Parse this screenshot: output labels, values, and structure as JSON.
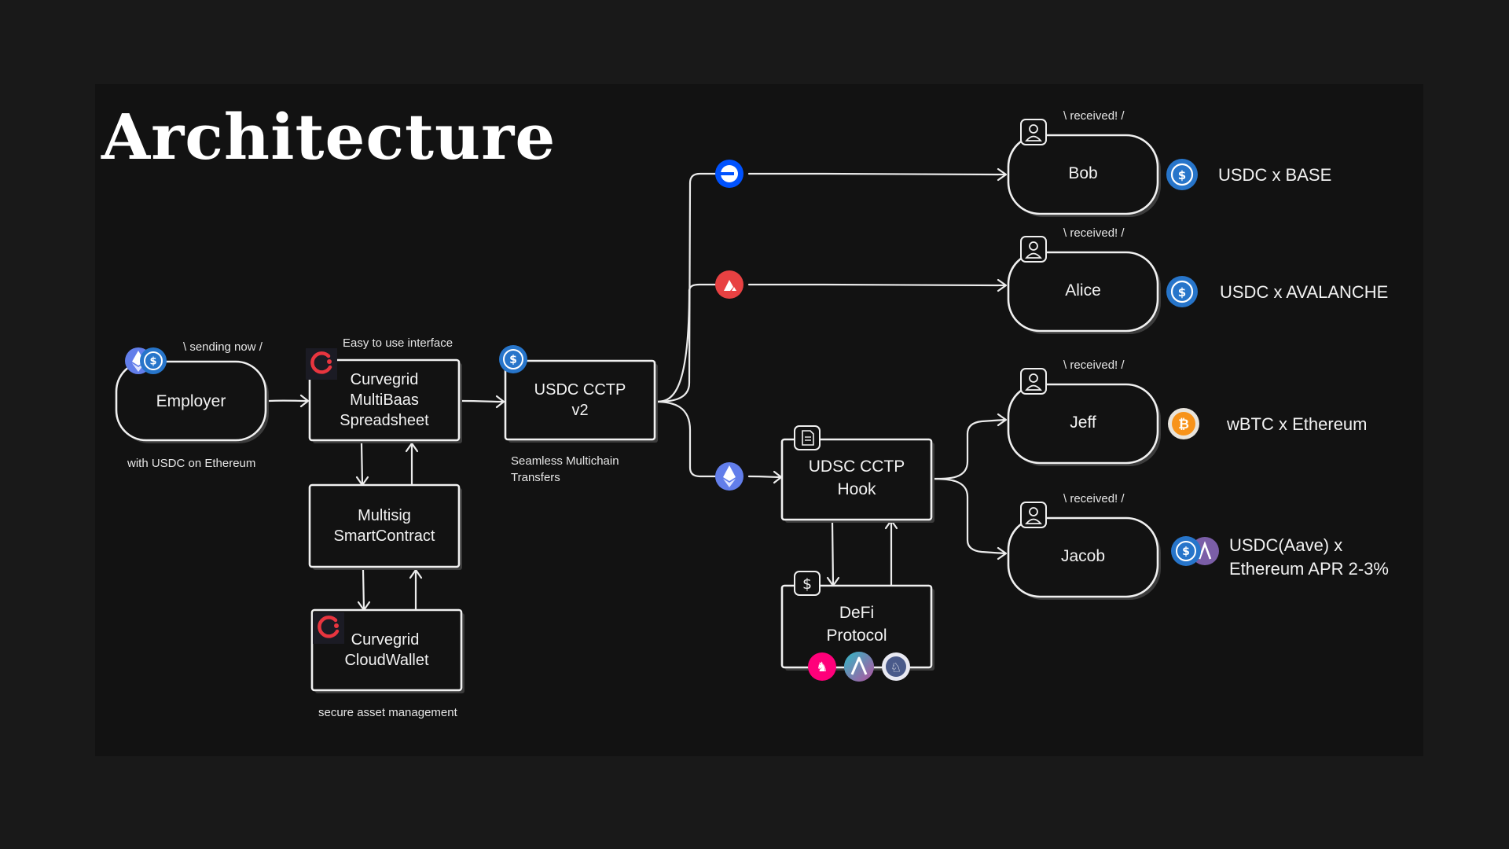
{
  "title": "Architecture",
  "colors": {
    "background": "#121212",
    "usdc_blue": "#2775ca",
    "ethereum_purple": "#627eea",
    "avalanche_red": "#e84142",
    "base_blue": "#0052ff",
    "curvegrid_red": "#e8353f",
    "bitcoin_orange": "#f7931a",
    "aave_purple": "#7b5ea7",
    "uniswap_pink": "#ff007a"
  },
  "icons": {
    "employer": [
      "ethereum-icon",
      "usdc-icon"
    ],
    "spreadsheet": "curvegrid-logo-icon",
    "cloud_wallet": "curvegrid-logo-icon",
    "cctp": "usdc-icon",
    "routes": [
      "base-icon",
      "avalanche-icon",
      "ethereum-icon"
    ],
    "hook": "document-icon",
    "defi": "dollar-icon",
    "defi_protocols": [
      "uniswap-icon",
      "aave-icon",
      "protocol-icon"
    ],
    "recipient": "user-icon",
    "assets": [
      "usdc-icon",
      "usdc-icon",
      "bitcoin-icon",
      "usdc-aave-icon"
    ]
  },
  "nodes": {
    "employer": {
      "label": "Employer",
      "top_note": "\\ sending now /",
      "bottom_note": "with USDC on Ethereum"
    },
    "spreadsheet": {
      "lines": [
        "Curvegrid",
        "MultiBaas",
        "Spreadsheet"
      ],
      "top_note": "Easy to use interface"
    },
    "multisig": {
      "lines": [
        "Multisig",
        "SmartContract"
      ]
    },
    "cloudwallet": {
      "lines": [
        "Curvegrid",
        "CloudWallet"
      ],
      "bottom_note": "secure asset management"
    },
    "cctp": {
      "lines": [
        "USDC CCTP",
        "v2"
      ],
      "bottom_note_lines": [
        "Seamless Multichain",
        "Transfers"
      ]
    },
    "hook": {
      "lines": [
        "UDSC CCTP",
        "Hook"
      ]
    },
    "defi": {
      "lines": [
        "DeFi",
        "Protocol"
      ]
    }
  },
  "recipients": [
    {
      "name": "Bob",
      "note": "\\ received! /",
      "asset_lines": [
        "USDC x BASE"
      ]
    },
    {
      "name": "Alice",
      "note": "\\ received! /",
      "asset_lines": [
        "USDC x AVALANCHE"
      ]
    },
    {
      "name": "Jeff",
      "note": "\\ received! /",
      "asset_lines": [
        "wBTC x Ethereum"
      ]
    },
    {
      "name": "Jacob",
      "note": "\\ received! /",
      "asset_lines": [
        "USDC(Aave) x",
        "Ethereum APR 2-3%"
      ]
    }
  ]
}
